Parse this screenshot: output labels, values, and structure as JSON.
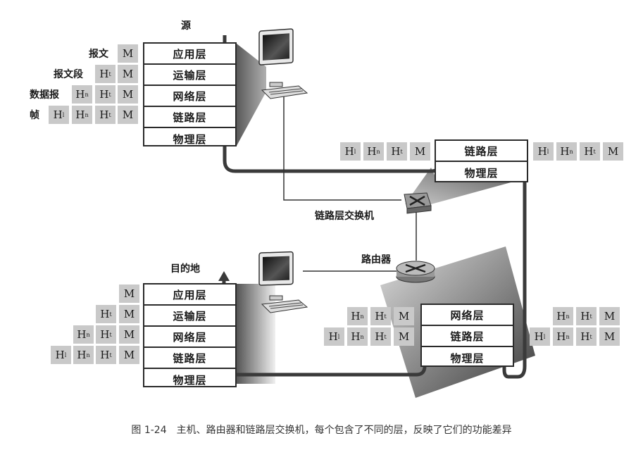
{
  "figure": {
    "caption": "图 1-24　主机、路由器和链路层交换机，每个包含了不同的层，反映了它们的功能差异"
  },
  "labels": {
    "source": "源",
    "destination": "目的地",
    "switch": "链路层交换机",
    "router": "路由器"
  },
  "pdu_names": {
    "message": "报文",
    "segment": "报文段",
    "datagram": "数据报",
    "frame": "帧"
  },
  "headers": {
    "message": "M",
    "transport": "H",
    "transport_sub": "t",
    "network": "H",
    "network_sub": "n",
    "link": "H",
    "link_sub": "l"
  },
  "layers": {
    "application": "应用层",
    "transport": "运输层",
    "network": "网络层",
    "link": "链路层",
    "physical": "物理层"
  },
  "colors": {
    "header_fill": "#c9c9c9",
    "wire": "#3a3a3a",
    "shadow": "#6e6e6e"
  }
}
